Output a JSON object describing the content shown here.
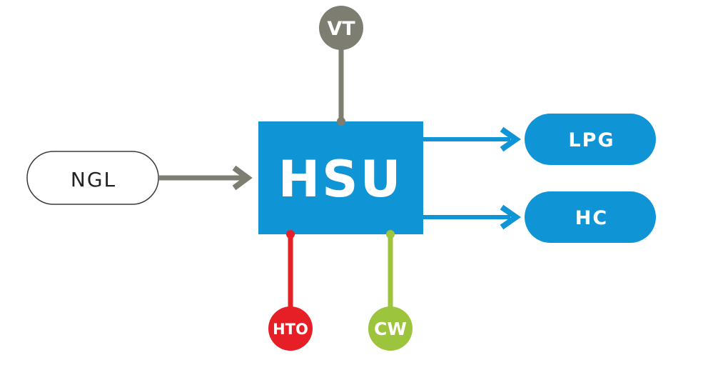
{
  "diagram": {
    "unit": {
      "label": "HSU",
      "color": "#0f94d6"
    },
    "input": {
      "label": "NGL",
      "border_color": "#3a3a3a",
      "text_color": "#222222",
      "fill": "#ffffff"
    },
    "outputs": [
      {
        "label": "LPG",
        "color": "#0f94d6"
      },
      {
        "label": "HC",
        "color": "#0f94d6"
      }
    ],
    "utilities": {
      "vent": {
        "label": "VT",
        "color": "#7d7d71"
      },
      "hot_oil": {
        "label": "HTO",
        "color": "#e61e26"
      },
      "cooling_water": {
        "label": "CW",
        "color": "#9cc43c"
      }
    },
    "feed_arrow_color": "#7d7d71",
    "product_arrow_color": "#0f94d6"
  }
}
